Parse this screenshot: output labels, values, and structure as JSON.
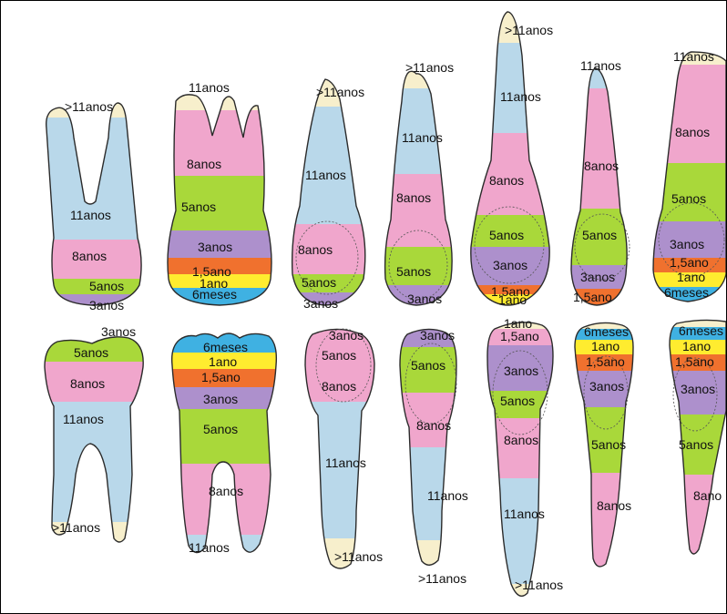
{
  "colors": {
    "blue": "#b9d8ea",
    "pink": "#f0a6cc",
    "green": "#a9d83a",
    "purple": "#ad90cc",
    "orange": "#f0712e",
    "yellow": "#ffec2f",
    "cyan": "#3fb1e2",
    "cream": "#f7efcc"
  },
  "labels": {
    "t1": {
      "l1": ">11anos",
      "l2": "11anos",
      "l3": "8anos",
      "l4": "5anos",
      "l5": "3anos"
    },
    "t2": {
      "l1": "11anos",
      "l2": "8anos",
      "l3": "5anos",
      "l4": "3anos",
      "l5": "1,5ano",
      "l6": "1ano",
      "l7": "6meses"
    },
    "t3": {
      "l1": ">11anos",
      "l2": "11anos",
      "l3": "8anos",
      "l4": "5anos",
      "l5": "3anos"
    },
    "t4": {
      "l1": ">11anos",
      "l2": "11anos",
      "l3": "8anos",
      "l4": "5anos",
      "l5": "3anos"
    },
    "t5": {
      "l1": ">11anos",
      "l2": "11anos",
      "l3": "8anos",
      "l4": "5anos",
      "l5": "3anos",
      "l6": "1,5ano",
      "l7": "1ano"
    },
    "t6": {
      "l1": "11anos",
      "l2": "8anos",
      "l3": "5anos",
      "l4": "3anos",
      "l5": "1,5ano"
    },
    "t7": {
      "l1": "11anos",
      "l2": "8anos",
      "l3": "5anos",
      "l4": "3anos",
      "l5": "1,5ano",
      "l6": "1ano",
      "l7": "6meses"
    },
    "b1": {
      "l1": "3anos",
      "l2": "5anos",
      "l3": "8anos",
      "l4": "11anos",
      "l5": ">11anos"
    },
    "b2": {
      "l1": "6meses",
      "l2": "1ano",
      "l3": "1,5ano",
      "l4": "3anos",
      "l5": "5anos",
      "l6": "8anos",
      "l7": "11anos"
    },
    "b3": {
      "l1": "3anos",
      "l2": "5anos",
      "l3": "8anos",
      "l4": "11anos",
      "l5": ">11anos"
    },
    "b4": {
      "l1": "3anos",
      "l2": "5anos",
      "l3": "8anos",
      "l4": "11anos",
      "l5": ">11anos"
    },
    "b5": {
      "l1": "1ano",
      "l2": "1,5ano",
      "l3": "3anos",
      "l4": "5anos",
      "l5": "8anos",
      "l6": "11anos",
      "l7": ">11anos"
    },
    "b6": {
      "l1": "6meses",
      "l2": "1ano",
      "l3": "1,5ano",
      "l4": "3anos",
      "l5": "5anos",
      "l6": "8anos"
    },
    "b7": {
      "l1": "6meses",
      "l2": "1ano",
      "l3": "1,5ano",
      "l4": "3anos",
      "l5": "5anos",
      "l6": "8ano"
    }
  }
}
